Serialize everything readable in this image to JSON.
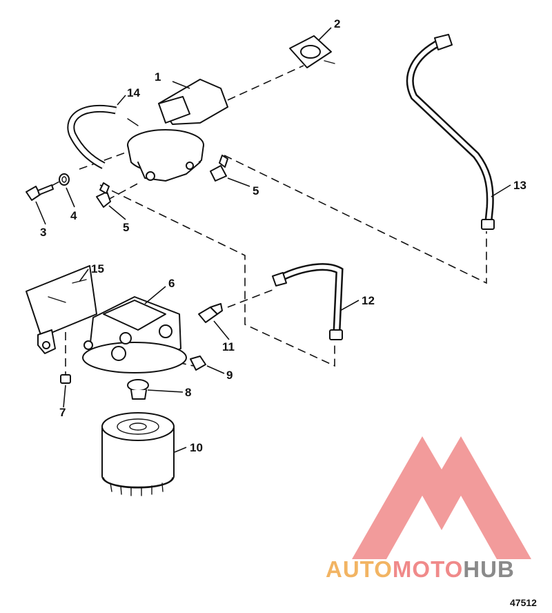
{
  "figure_number": "47512",
  "callouts": [
    "1",
    "2",
    "3",
    "4",
    "5",
    "5",
    "6",
    "7",
    "8",
    "9",
    "10",
    "11",
    "12",
    "13",
    "14",
    "15"
  ],
  "watermark": {
    "segments": [
      "AUTO",
      "MOTO",
      "HUB"
    ],
    "colors": {
      "logo": "#f08a8a",
      "auto": "#f2b463",
      "moto": "#f08a8a",
      "hub": "#8a8a8a"
    }
  }
}
